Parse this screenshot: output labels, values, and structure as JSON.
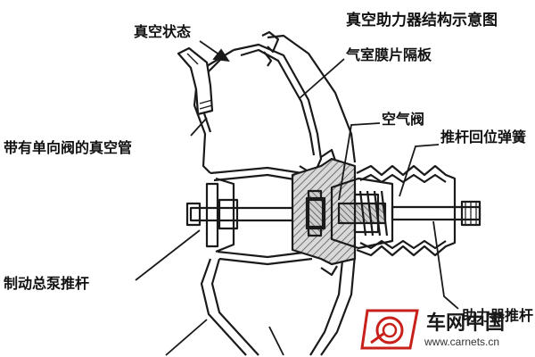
{
  "diagram": {
    "title": "真空助力器结构示意图",
    "labels": {
      "vacuum_state": "真空状态",
      "diaphragm": "气室膜片隔板",
      "air_valve": "空气阀",
      "return_spring": "推杆回位弹簧",
      "vacuum_hose": "带有单向阀的真空管",
      "master_cylinder_rod": "制动总泵推杆",
      "booster_pushrod": "助力器推杆"
    }
  },
  "watermark": {
    "name": "车网中国",
    "url": "www.carnets.cn",
    "logo": "carnets-logo-icon"
  },
  "colors": {
    "line": "#1a1a1a",
    "hatch": "#6e6e6e",
    "logo_red": "#c8201a"
  }
}
